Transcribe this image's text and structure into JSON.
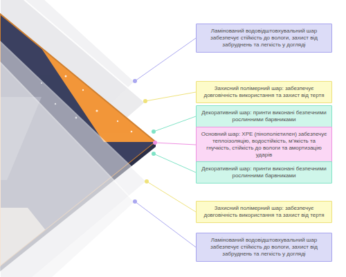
{
  "diagram": {
    "nodes": [
      {
        "text": [
          "Ламінований водовідштовхувальний шар забезпечує стійкість до вологи, захист від забруднень та легкість у догляді"
        ]
      },
      {
        "text": [
          "Захисний полімерний шар: забезпечує довговічність використання та захист від тертя"
        ]
      },
      {
        "text": [
          "Декоративний шар: принти виконані безпечними рослинними барвниками"
        ]
      },
      {
        "text": [
          "Основний шар: XPE (пінополіетилен) забезпечує теплоізоляцію, водостійкість, м’якість та гнучкість, стійкість до вологи та амортизацію ударів"
        ]
      },
      {
        "text": [
          "Декоративний шар: принти виконані безпечними рослинними барвниками"
        ]
      },
      {
        "text": [
          "Захисний полімерний шар: забезпечує довговічність використання та захист від тертя"
        ]
      },
      {
        "text": [
          "Ламінований водовідштовхувальний шар забезпечує стійкість до вологи, захист від забруднень та легкість у догляді"
        ]
      }
    ]
  }
}
